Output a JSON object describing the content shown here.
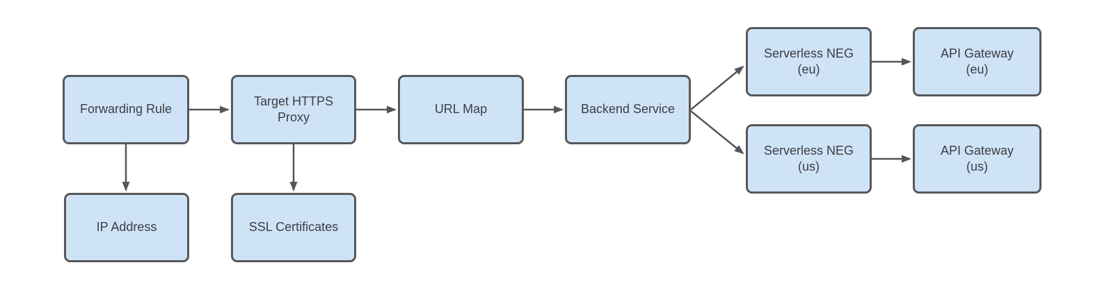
{
  "diagram": {
    "colors": {
      "node_fill": "#cfe3f6",
      "node_border": "#56585c",
      "connector": "#54565a",
      "text": "#3b3e43",
      "background": "#ffffff"
    },
    "nodes": [
      {
        "id": "forwarding-rule",
        "label": "Forwarding Rule"
      },
      {
        "id": "target-https-proxy",
        "label": "Target HTTPS\nProxy"
      },
      {
        "id": "url-map",
        "label": "URL Map"
      },
      {
        "id": "backend-service",
        "label": "Backend Service"
      },
      {
        "id": "serverless-neg-eu",
        "label": "Serverless NEG\n(eu)"
      },
      {
        "id": "api-gateway-eu",
        "label": "API Gateway\n(eu)"
      },
      {
        "id": "serverless-neg-us",
        "label": "Serverless NEG\n(us)"
      },
      {
        "id": "api-gateway-us",
        "label": "API Gateway\n(us)"
      },
      {
        "id": "ip-address",
        "label": "IP Address"
      },
      {
        "id": "ssl-certificates",
        "label": "SSL Certificates"
      }
    ],
    "edges": [
      {
        "from": "forwarding-rule",
        "to": "target-https-proxy"
      },
      {
        "from": "target-https-proxy",
        "to": "url-map"
      },
      {
        "from": "url-map",
        "to": "backend-service"
      },
      {
        "from": "backend-service",
        "to": "serverless-neg-eu"
      },
      {
        "from": "backend-service",
        "to": "serverless-neg-us"
      },
      {
        "from": "serverless-neg-eu",
        "to": "api-gateway-eu"
      },
      {
        "from": "serverless-neg-us",
        "to": "api-gateway-us"
      },
      {
        "from": "forwarding-rule",
        "to": "ip-address"
      },
      {
        "from": "target-https-proxy",
        "to": "ssl-certificates"
      }
    ]
  }
}
